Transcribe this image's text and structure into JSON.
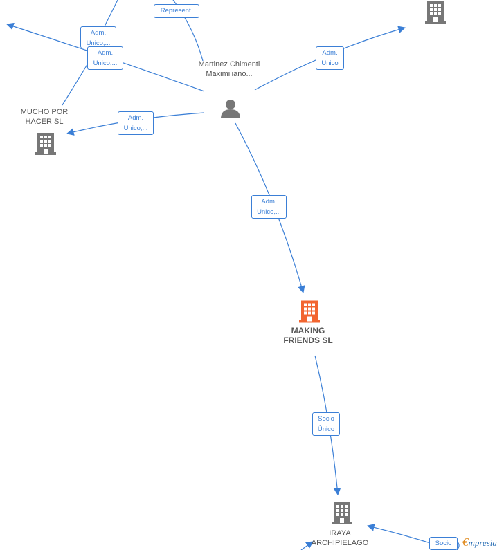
{
  "colors": {
    "edge": "#3b7fd6",
    "node_company": "#777777",
    "node_focus": "#f26530",
    "node_person": "#777777"
  },
  "nodes": {
    "person": {
      "name": "Martinez Chimenti Maximiliano...",
      "icon": "person-icon"
    },
    "mucho": {
      "name": "MUCHO POR HACER SL",
      "icon": "building-icon"
    },
    "making": {
      "name": "MAKING FRIENDS SL",
      "icon": "building-icon"
    },
    "iraya": {
      "name": "IRAYA ARCHIPIELAGO",
      "icon": "building-icon"
    },
    "top_right": {
      "name": "",
      "icon": "building-icon"
    }
  },
  "edges": {
    "represent": "Represent.",
    "adm_unico_top": "Adm. Unico,...",
    "adm_unico_left": "Adm. Unico,...",
    "adm_unico_mucho": "Adm. Unico,...",
    "adm_unico_right": "Adm. Unico",
    "adm_unico_making": "Adm. Unico,...",
    "socio_unico": "Socio Único",
    "socio_bottom": "Socio"
  },
  "logo": {
    "initial": "€",
    "rest": "mpresia"
  }
}
